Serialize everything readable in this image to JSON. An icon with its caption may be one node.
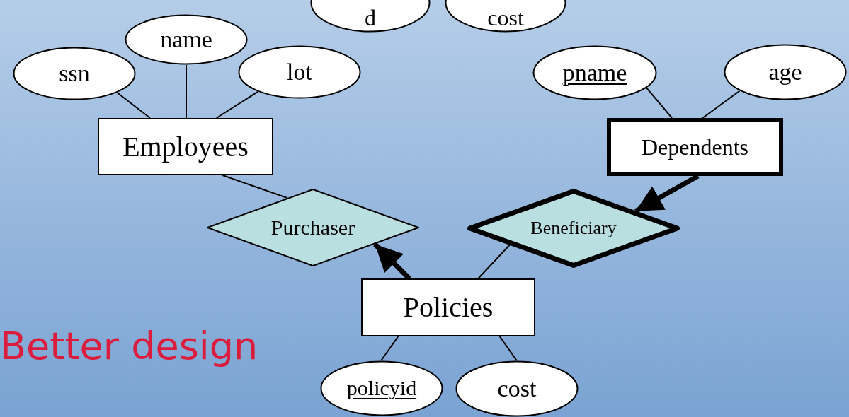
{
  "diagram": {
    "nodes": [
      {
        "text": [
          "d"
        ]
      },
      {
        "text": [
          "cost"
        ]
      },
      {
        "text": [
          "name"
        ]
      },
      {
        "text": [
          "ssn"
        ]
      },
      {
        "text": [
          "lot"
        ]
      },
      {
        "text": [
          "pname"
        ]
      },
      {
        "text": [
          "age"
        ]
      },
      {
        "text": [
          "Employees"
        ]
      },
      {
        "text": [
          "Dependents"
        ]
      },
      {
        "text": [
          "Purchaser"
        ]
      },
      {
        "text": [
          "Beneficiary"
        ]
      },
      {
        "text": [
          "Policies"
        ]
      },
      {
        "text": [
          "policyid"
        ]
      },
      {
        "text": [
          "cost"
        ]
      }
    ],
    "edges": [
      {
        "from": 3,
        "to": 7,
        "arrow": "none"
      },
      {
        "from": 2,
        "to": 7,
        "arrow": "none"
      },
      {
        "from": 4,
        "to": 7,
        "arrow": "none"
      },
      {
        "from": 7,
        "to": 9,
        "arrow": "none"
      },
      {
        "from": 11,
        "to": 9,
        "arrow": "to",
        "style": "thick"
      },
      {
        "from": 5,
        "to": 8,
        "arrow": "none"
      },
      {
        "from": 6,
        "to": 8,
        "arrow": "none"
      },
      {
        "from": 8,
        "to": 10,
        "arrow": "to",
        "style": "thick"
      },
      {
        "from": 10,
        "to": 11,
        "arrow": "none"
      },
      {
        "from": 11,
        "to": 12,
        "arrow": "none"
      },
      {
        "from": 11,
        "to": 13,
        "arrow": "none"
      }
    ],
    "labels": [
      "Better design"
    ]
  }
}
